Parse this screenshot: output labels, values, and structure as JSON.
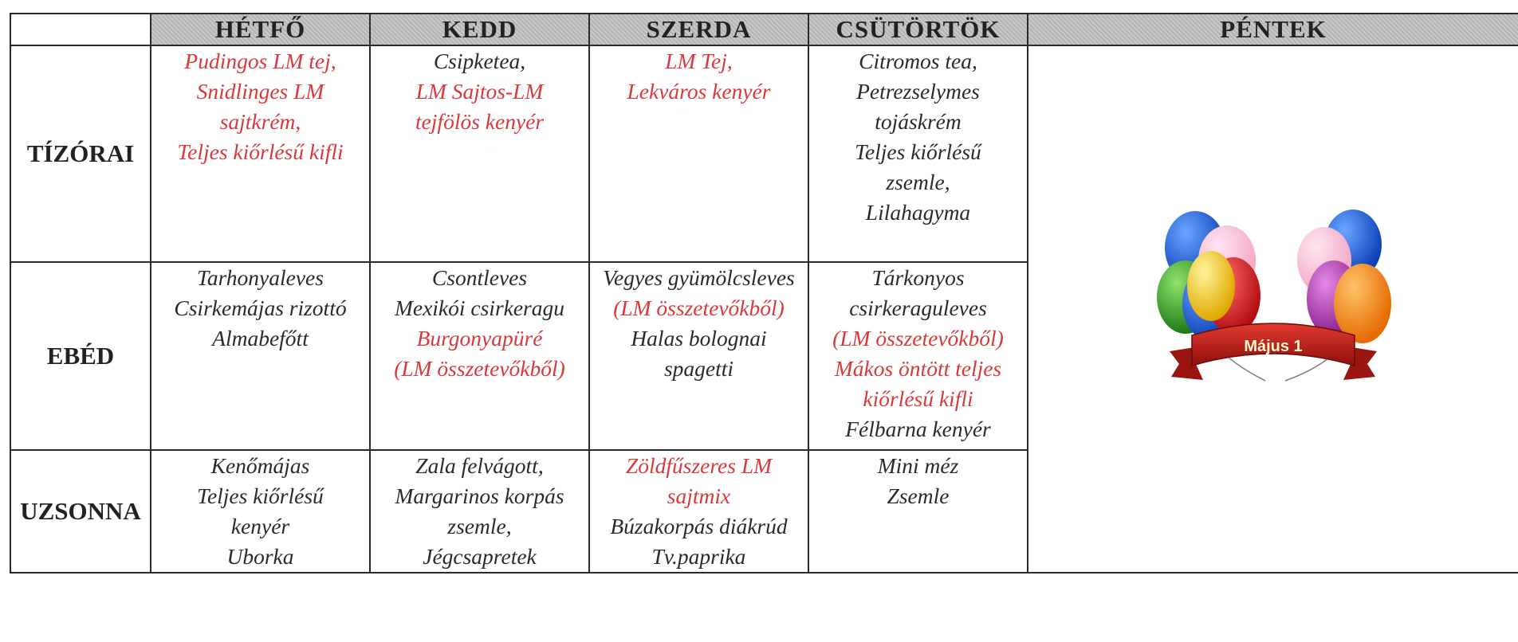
{
  "days": [
    "HÉTFŐ",
    "KEDD",
    "SZERDA",
    "CSÜTÖRTÖK",
    "PÉNTEK"
  ],
  "meals": [
    {
      "name": "TÍZÓRAI",
      "cells": [
        [
          {
            "text": "Pudingos LM tej,",
            "red": true
          },
          {
            "text": "Snidlinges LM",
            "red": true
          },
          {
            "text": "sajtkrém,",
            "red": true
          },
          {
            "text": "Teljes kiőrlésű kifli",
            "red": true
          }
        ],
        [
          {
            "text": "Csipketea,",
            "red": false
          },
          {
            "text": "LM Sajtos-LM",
            "red": true
          },
          {
            "text": "tejfölös kenyér",
            "red": true
          }
        ],
        [
          {
            "text": "LM Tej,",
            "red": true
          },
          {
            "text": "Lekváros kenyér",
            "red": true
          }
        ],
        [
          {
            "text": "Citromos tea,",
            "red": false
          },
          {
            "text": "Petrezselymes",
            "red": false
          },
          {
            "text": "tojáskrém",
            "red": false
          },
          {
            "text": "Teljes kiőrlésű",
            "red": false
          },
          {
            "text": "zsemle,",
            "red": false
          },
          {
            "text": "Lilahagyma",
            "red": false
          }
        ]
      ]
    },
    {
      "name": "EBÉD",
      "cells": [
        [
          {
            "text": "Tarhonyaleves",
            "red": false
          },
          {
            "text": "Csirkemájas rizottó",
            "red": false
          },
          {
            "text": "Almabefőtt",
            "red": false
          }
        ],
        [
          {
            "text": "Csontleves",
            "red": false
          },
          {
            "text": "Mexikói csirkeragu",
            "red": false
          },
          {
            "text": "Burgonyapüré",
            "red": true
          },
          {
            "text": "(LM összetevőkből)",
            "red": true
          }
        ],
        [
          {
            "text": "Vegyes gyümölcsleves",
            "red": false
          },
          {
            "text": "(LM összetevőkből)",
            "red": true
          },
          {
            "text": "Halas bolognai",
            "red": false
          },
          {
            "text": "spagetti",
            "red": false
          }
        ],
        [
          {
            "text": "Tárkonyos",
            "red": false
          },
          {
            "text": "csirkeraguleves",
            "red": false
          },
          {
            "text": "(LM összetevőkből)",
            "red": true
          },
          {
            "text": "Mákos öntött teljes",
            "red": true
          },
          {
            "text": "kiőrlésű kifli",
            "red": true
          },
          {
            "text": "Félbarna kenyér",
            "red": false
          }
        ]
      ]
    },
    {
      "name": "UZSONNA",
      "cells": [
        [
          {
            "text": "Kenőmájas",
            "red": false
          },
          {
            "text": "Teljes kiőrlésű",
            "red": false
          },
          {
            "text": "kenyér",
            "red": false
          },
          {
            "text": "Uborka",
            "red": false
          }
        ],
        [
          {
            "text": "Zala felvágott,",
            "red": false
          },
          {
            "text": "Margarinos korpás",
            "red": false
          },
          {
            "text": "zsemle,",
            "red": false
          },
          {
            "text": "Jégcsapretek",
            "red": false
          }
        ],
        [
          {
            "text": "Zöldfűszeres LM",
            "red": true
          },
          {
            "text": "sajtmix",
            "red": true
          },
          {
            "text": "Búzakorpás diákrúd",
            "red": false
          },
          {
            "text": "Tv.paprika",
            "red": false
          }
        ],
        [
          {
            "text": "Mini méz",
            "red": false
          },
          {
            "text": "Zsemle",
            "red": false
          }
        ]
      ]
    }
  ],
  "friday_banner": "Május 1",
  "colors": {
    "header_bg": "#bdbdbd",
    "red_text": "#d9393a",
    "text": "#2a2a2a",
    "grid": "#2a2a2a"
  }
}
